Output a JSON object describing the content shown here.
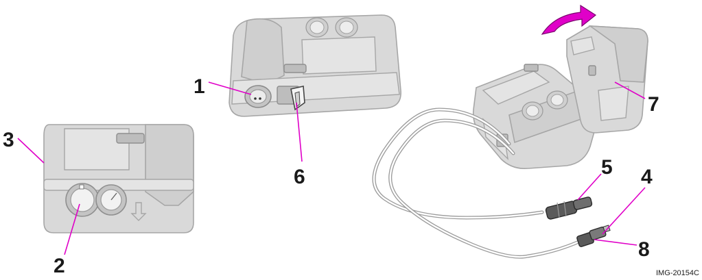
{
  "callouts": {
    "c1": "1",
    "c2": "2",
    "c3": "3",
    "c4": "4",
    "c5": "5",
    "c6": "6",
    "c7": "7",
    "c8": "8"
  },
  "image_id": "IMG-20154C",
  "colors": {
    "leader": "#e000c8",
    "arrow": "#e000c8",
    "device": "#d9d9d9",
    "outline": "#a6a6a6"
  }
}
